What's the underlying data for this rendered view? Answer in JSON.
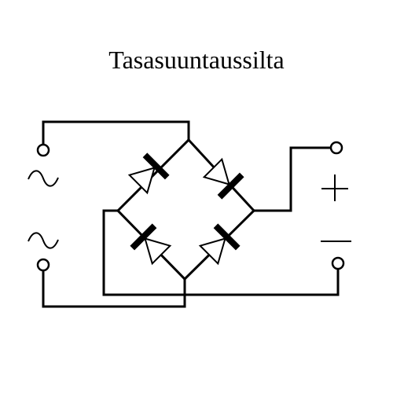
{
  "title": "Tasasuuntaussilta",
  "colors": {
    "line": "#000000",
    "background": "#ffffff"
  },
  "components": {
    "diodes": [
      "diode-upper-left",
      "diode-upper-right",
      "diode-lower-left",
      "diode-lower-right"
    ],
    "ac_symbol": "tilde",
    "dc_positive_symbol": "plus",
    "dc_negative_symbol": "minus"
  }
}
